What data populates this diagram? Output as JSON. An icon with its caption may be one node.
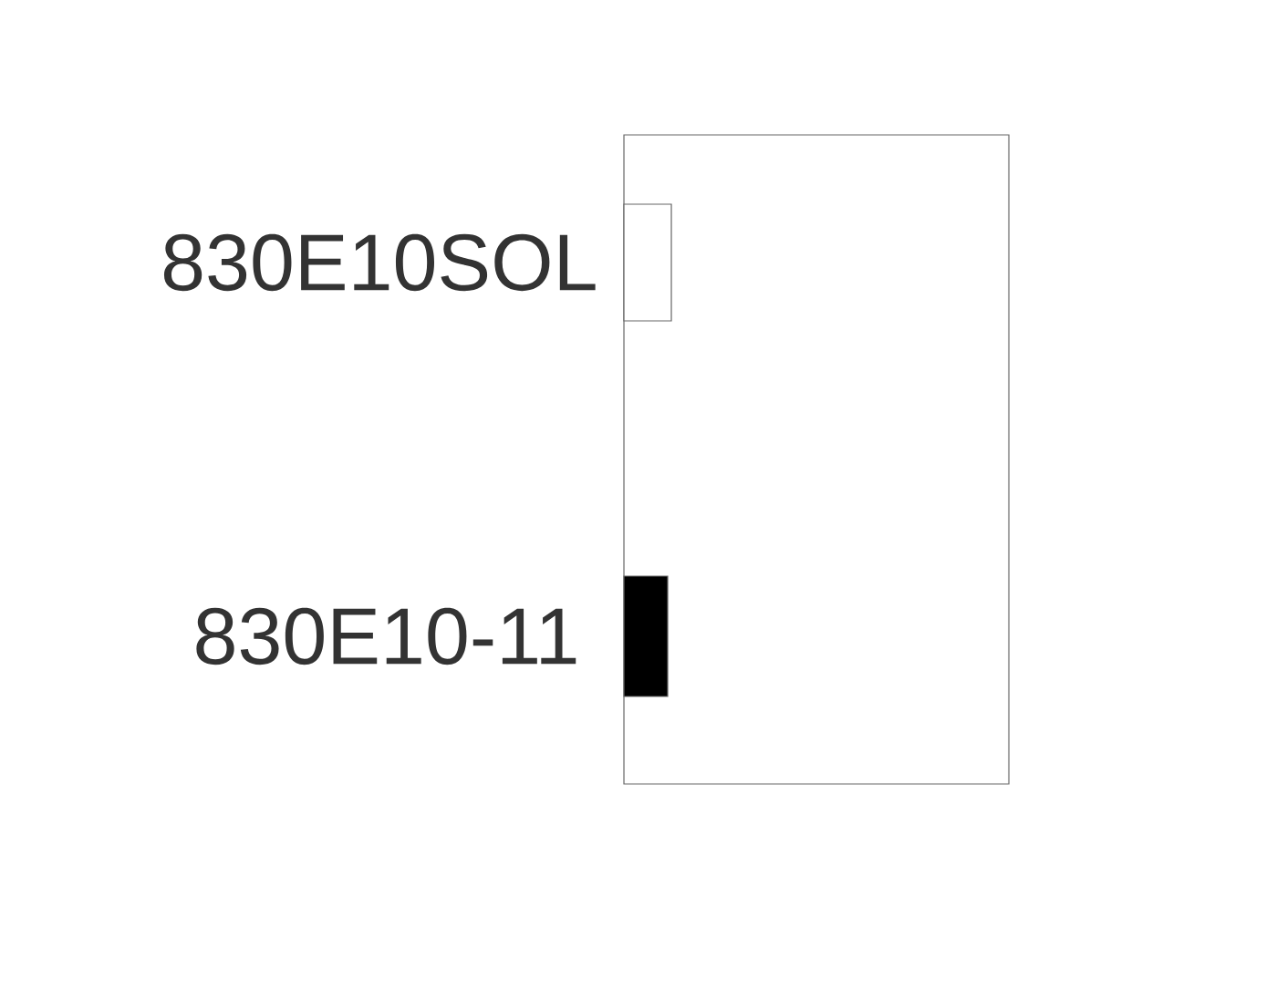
{
  "diagram": {
    "nodes": [
      {
        "text": [],
        "shape": "box"
      },
      {
        "text": [],
        "shape": "box",
        "in": 0,
        "beside": [
          "830E10SOL"
        ]
      },
      {
        "text": [],
        "shape": "bar",
        "in": 0,
        "beside": [
          "830E10-11"
        ]
      }
    ]
  }
}
